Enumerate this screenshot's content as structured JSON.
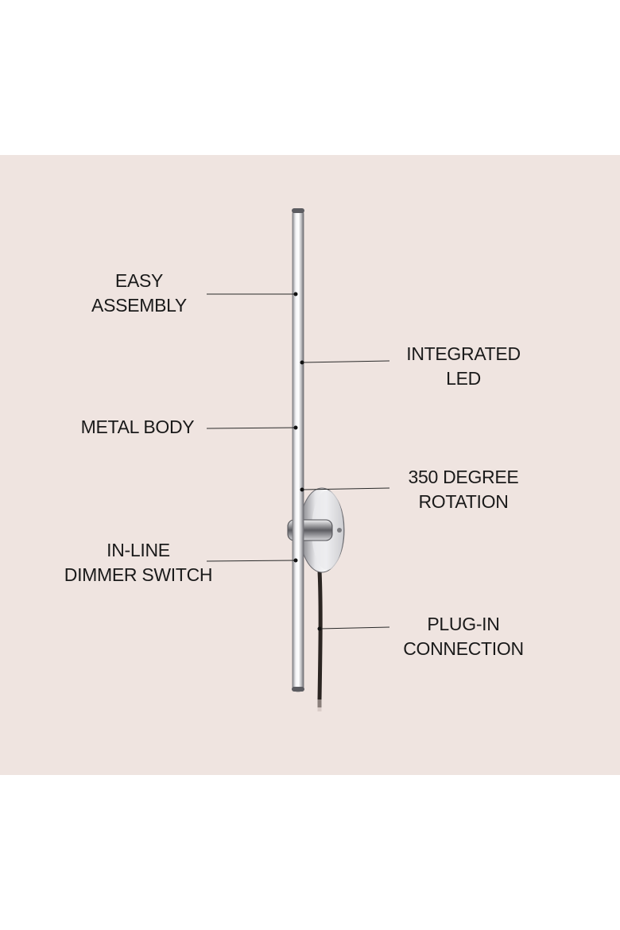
{
  "callouts": {
    "easy_assembly": {
      "line1": "EASY",
      "line2": "ASSEMBLY"
    },
    "integrated_led": {
      "line1": "INTEGRATED",
      "line2": "LED"
    },
    "metal_body": {
      "line1": "METAL BODY"
    },
    "rotation": {
      "line1": "350 DEGREE",
      "line2": "ROTATION"
    },
    "dimmer": {
      "line1": "IN-LINE",
      "line2": "DIMMER SWITCH"
    },
    "plug_in": {
      "line1": "PLUG-IN",
      "line2": "CONNECTION"
    }
  },
  "colors": {
    "background_panel": "#efe4e0",
    "text": "#1a1a1a",
    "callout_line": "#2a2a2a",
    "chrome": "#c9c9cc",
    "cord": "#2b2522"
  }
}
